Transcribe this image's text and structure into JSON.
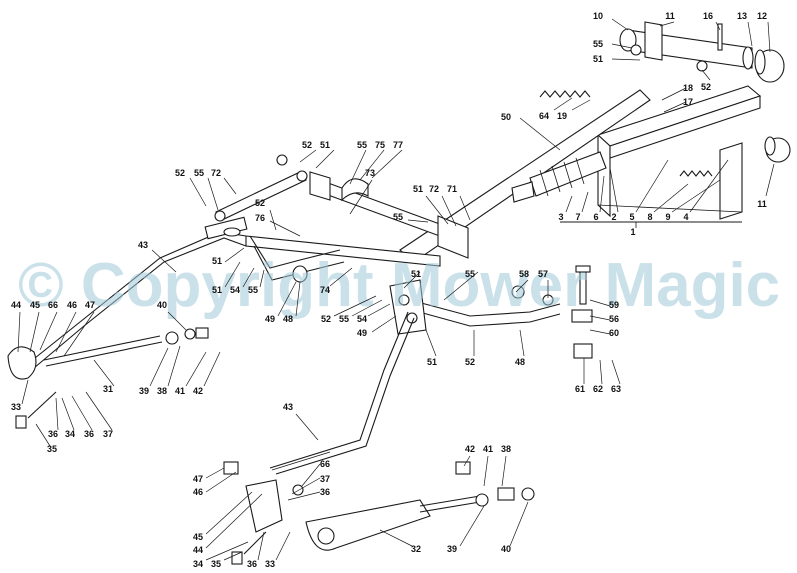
{
  "watermark": "© Copyright Mower Magic",
  "callouts": [
    {
      "id": "c1",
      "text": "10"
    },
    {
      "id": "c2",
      "text": "11"
    },
    {
      "id": "c3",
      "text": "16"
    },
    {
      "id": "c4",
      "text": "13"
    },
    {
      "id": "c5",
      "text": "12"
    },
    {
      "id": "c6",
      "text": "55"
    },
    {
      "id": "c7",
      "text": "51"
    },
    {
      "id": "c8",
      "text": "52"
    },
    {
      "id": "c9",
      "text": "18"
    },
    {
      "id": "c10",
      "text": "17"
    },
    {
      "id": "c11",
      "text": "64"
    },
    {
      "id": "c12",
      "text": "19"
    },
    {
      "id": "c13",
      "text": "50"
    },
    {
      "id": "c14",
      "text": "11"
    },
    {
      "id": "c15",
      "text": "3"
    },
    {
      "id": "c16",
      "text": "7"
    },
    {
      "id": "c17",
      "text": "6"
    },
    {
      "id": "c18",
      "text": "2"
    },
    {
      "id": "c19",
      "text": "5"
    },
    {
      "id": "c20",
      "text": "8"
    },
    {
      "id": "c21",
      "text": "9"
    },
    {
      "id": "c22",
      "text": "4"
    },
    {
      "id": "c23",
      "text": "1"
    },
    {
      "id": "c24",
      "text": "52"
    },
    {
      "id": "c25",
      "text": "51"
    },
    {
      "id": "c26",
      "text": "55"
    },
    {
      "id": "c27",
      "text": "75"
    },
    {
      "id": "c28",
      "text": "77"
    },
    {
      "id": "c29",
      "text": "52"
    },
    {
      "id": "c30",
      "text": "55"
    },
    {
      "id": "c31",
      "text": "72"
    },
    {
      "id": "c32",
      "text": "73"
    },
    {
      "id": "c33",
      "text": "51"
    },
    {
      "id": "c34",
      "text": "72"
    },
    {
      "id": "c35",
      "text": "71"
    },
    {
      "id": "c36",
      "text": "52"
    },
    {
      "id": "c37",
      "text": "76"
    },
    {
      "id": "c38",
      "text": "55"
    },
    {
      "id": "c39",
      "text": "43"
    },
    {
      "id": "c40",
      "text": "51"
    },
    {
      "id": "c41",
      "text": "51"
    },
    {
      "id": "c42",
      "text": "54"
    },
    {
      "id": "c43",
      "text": "55"
    },
    {
      "id": "c44",
      "text": "74"
    },
    {
      "id": "c45",
      "text": "49"
    },
    {
      "id": "c46",
      "text": "48"
    },
    {
      "id": "c47",
      "text": "51"
    },
    {
      "id": "c48",
      "text": "55"
    },
    {
      "id": "c49",
      "text": "58"
    },
    {
      "id": "c50",
      "text": "57"
    },
    {
      "id": "c51",
      "text": "59"
    },
    {
      "id": "c52",
      "text": "52"
    },
    {
      "id": "c53",
      "text": "55"
    },
    {
      "id": "c54",
      "text": "54"
    },
    {
      "id": "c55",
      "text": "49"
    },
    {
      "id": "c56",
      "text": "56"
    },
    {
      "id": "c57",
      "text": "60"
    },
    {
      "id": "c58",
      "text": "52"
    },
    {
      "id": "c59",
      "text": "48"
    },
    {
      "id": "c60",
      "text": "51"
    },
    {
      "id": "c61",
      "text": "61"
    },
    {
      "id": "c62",
      "text": "62"
    },
    {
      "id": "c63",
      "text": "63"
    },
    {
      "id": "c64",
      "text": "44"
    },
    {
      "id": "c65",
      "text": "45"
    },
    {
      "id": "c66",
      "text": "66"
    },
    {
      "id": "c67",
      "text": "46"
    },
    {
      "id": "c68",
      "text": "47"
    },
    {
      "id": "c69",
      "text": "40"
    },
    {
      "id": "c70",
      "text": "39"
    },
    {
      "id": "c71",
      "text": "38"
    },
    {
      "id": "c72",
      "text": "41"
    },
    {
      "id": "c73",
      "text": "42"
    },
    {
      "id": "c74",
      "text": "31"
    },
    {
      "id": "c75",
      "text": "33"
    },
    {
      "id": "c76",
      "text": "36"
    },
    {
      "id": "c77",
      "text": "34"
    },
    {
      "id": "c78",
      "text": "36"
    },
    {
      "id": "c79",
      "text": "37"
    },
    {
      "id": "c80",
      "text": "35"
    },
    {
      "id": "c81",
      "text": "43"
    },
    {
      "id": "c82",
      "text": "47"
    },
    {
      "id": "c83",
      "text": "46"
    },
    {
      "id": "c84",
      "text": "66"
    },
    {
      "id": "c85",
      "text": "37"
    },
    {
      "id": "c86",
      "text": "36"
    },
    {
      "id": "c87",
      "text": "45"
    },
    {
      "id": "c88",
      "text": "44"
    },
    {
      "id": "c89",
      "text": "34"
    },
    {
      "id": "c90",
      "text": "35"
    },
    {
      "id": "c91",
      "text": "36"
    },
    {
      "id": "c92",
      "text": "33"
    },
    {
      "id": "c93",
      "text": "32"
    },
    {
      "id": "c94",
      "text": "42"
    },
    {
      "id": "c95",
      "text": "41"
    },
    {
      "id": "c96",
      "text": "38"
    },
    {
      "id": "c97",
      "text": "39"
    },
    {
      "id": "c98",
      "text": "40"
    }
  ]
}
